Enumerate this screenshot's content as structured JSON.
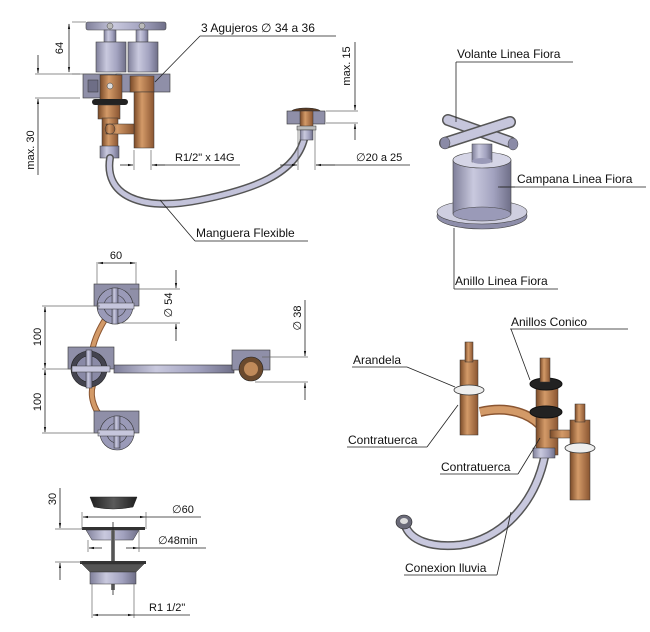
{
  "drawing": {
    "side_view": {
      "label_holes": "3 Agujeros ∅ 34 a 36",
      "label_hose": "Manguera Flexible",
      "dim_height_top": "64",
      "dim_max_30": "max. 30",
      "dim_max_15": "max. 15",
      "dim_thread": "R1/2\" x 14G",
      "dim_diameter_outlet": "∅20 a 25"
    },
    "handle_view": {
      "label_handle": "Volante Linea Fiora",
      "label_bell": "Campana Linea Fiora",
      "label_ring": "Anillo Linea Fiora"
    },
    "top_view": {
      "dim_width": "60",
      "dim_diameter_54": "∅ 54",
      "dim_diameter_38": "∅ 38",
      "dim_spacing_upper": "100",
      "dim_spacing_lower": "100"
    },
    "iso_view": {
      "label_washer": "Arandela",
      "label_cone_rings": "Anillos Conico",
      "label_locknut_left": "Contratuerca",
      "label_locknut_center": "Contratuerca",
      "label_rain_connection": "Conexion lluvia"
    },
    "drain_view": {
      "dim_height": "30",
      "dim_diameter_60": "∅60",
      "dim_diameter_48": "∅48min",
      "dim_thread": "R1 1/2\""
    }
  },
  "colors": {
    "brass": "#b5784a",
    "chrome": "#a6a6c4",
    "gasket": "#2c2c2c"
  }
}
